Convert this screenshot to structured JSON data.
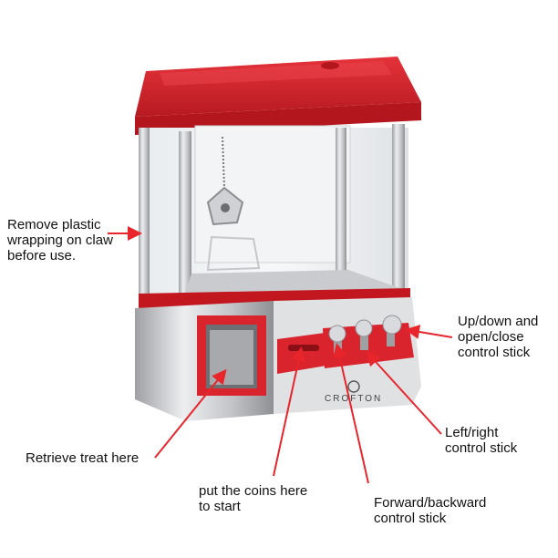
{
  "product": {
    "brand": "CROFTON"
  },
  "callouts": {
    "claw": [
      "Remove plastic",
      "wrapping on claw",
      "before use."
    ],
    "updown": [
      "Up/down and",
      "open/close",
      "control stick"
    ],
    "leftright": [
      "Left/right",
      "control stick"
    ],
    "retrieve": [
      "Retrieve treat here"
    ],
    "coins": [
      "put the coins here",
      "to start"
    ],
    "fwdback": [
      "Forward/backward",
      "control stick"
    ]
  },
  "colors": {
    "machine_red": "#d9232d",
    "machine_dark_red": "#a8141c",
    "silver": "#c8c9cc",
    "arrow": "#e8252b"
  }
}
